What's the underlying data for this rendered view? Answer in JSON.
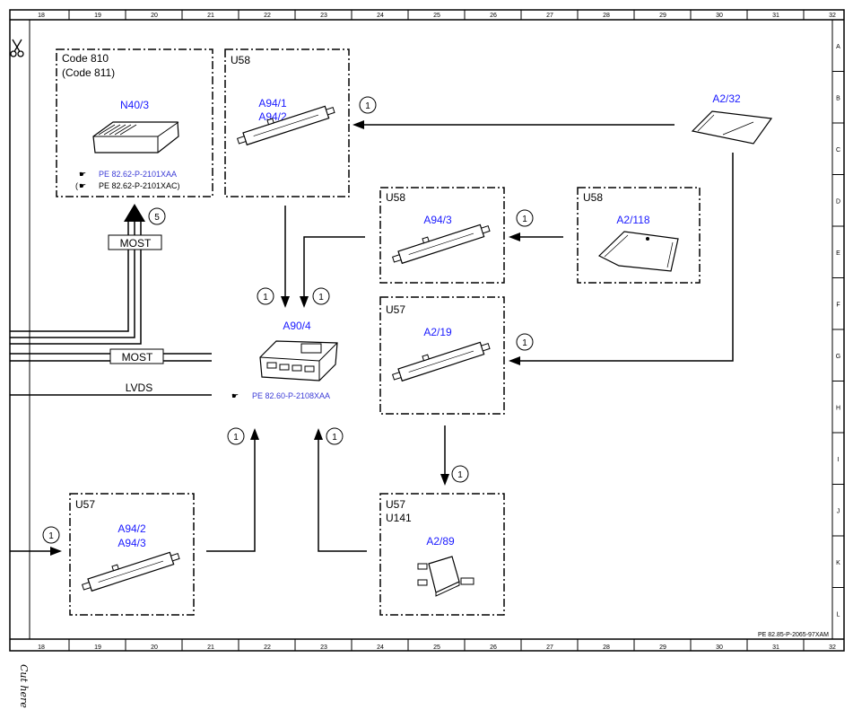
{
  "frame": {
    "columns": [
      "18",
      "19",
      "20",
      "21",
      "22",
      "23",
      "24",
      "25",
      "26",
      "27",
      "28",
      "29",
      "30",
      "31",
      "32"
    ],
    "rows": [
      "A",
      "B",
      "C",
      "D",
      "E",
      "F",
      "G",
      "H",
      "I",
      "J",
      "K",
      "L"
    ],
    "doc_ref": "PE 82.85-P-2065-97XAM",
    "cut_text": "Cut here"
  },
  "boxes": {
    "n40": {
      "code1": "Code 810",
      "code2": "(Code 811)",
      "id": "N40/3",
      "ref1": "PE 82.62-P-2101XAA",
      "ref2_pre": "(",
      "ref2": "PE 82.62-P-2101XAC)"
    },
    "a94_12": {
      "group": "U58",
      "id1": "A94/1",
      "id2": "A94/2"
    },
    "a94_3": {
      "group": "U58",
      "id": "A94/3"
    },
    "a2_118": {
      "group": "U58",
      "id": "A2/118"
    },
    "a2_19": {
      "group": "U57",
      "id": "A2/19"
    },
    "a94_23": {
      "group": "U57",
      "id1": "A94/2",
      "id2": "A94/3"
    },
    "a2_89": {
      "group1": "U57",
      "group2": "U141",
      "id": "A2/89"
    }
  },
  "free": {
    "a2_32": "A2/32",
    "a90": "A90/4",
    "a90_ref": "PE 82.60-P-2108XAA"
  },
  "buses": {
    "most1": "MOST",
    "most2": "MOST",
    "lvds": "LVDS"
  },
  "markers": {
    "one": "1",
    "five": "5"
  }
}
